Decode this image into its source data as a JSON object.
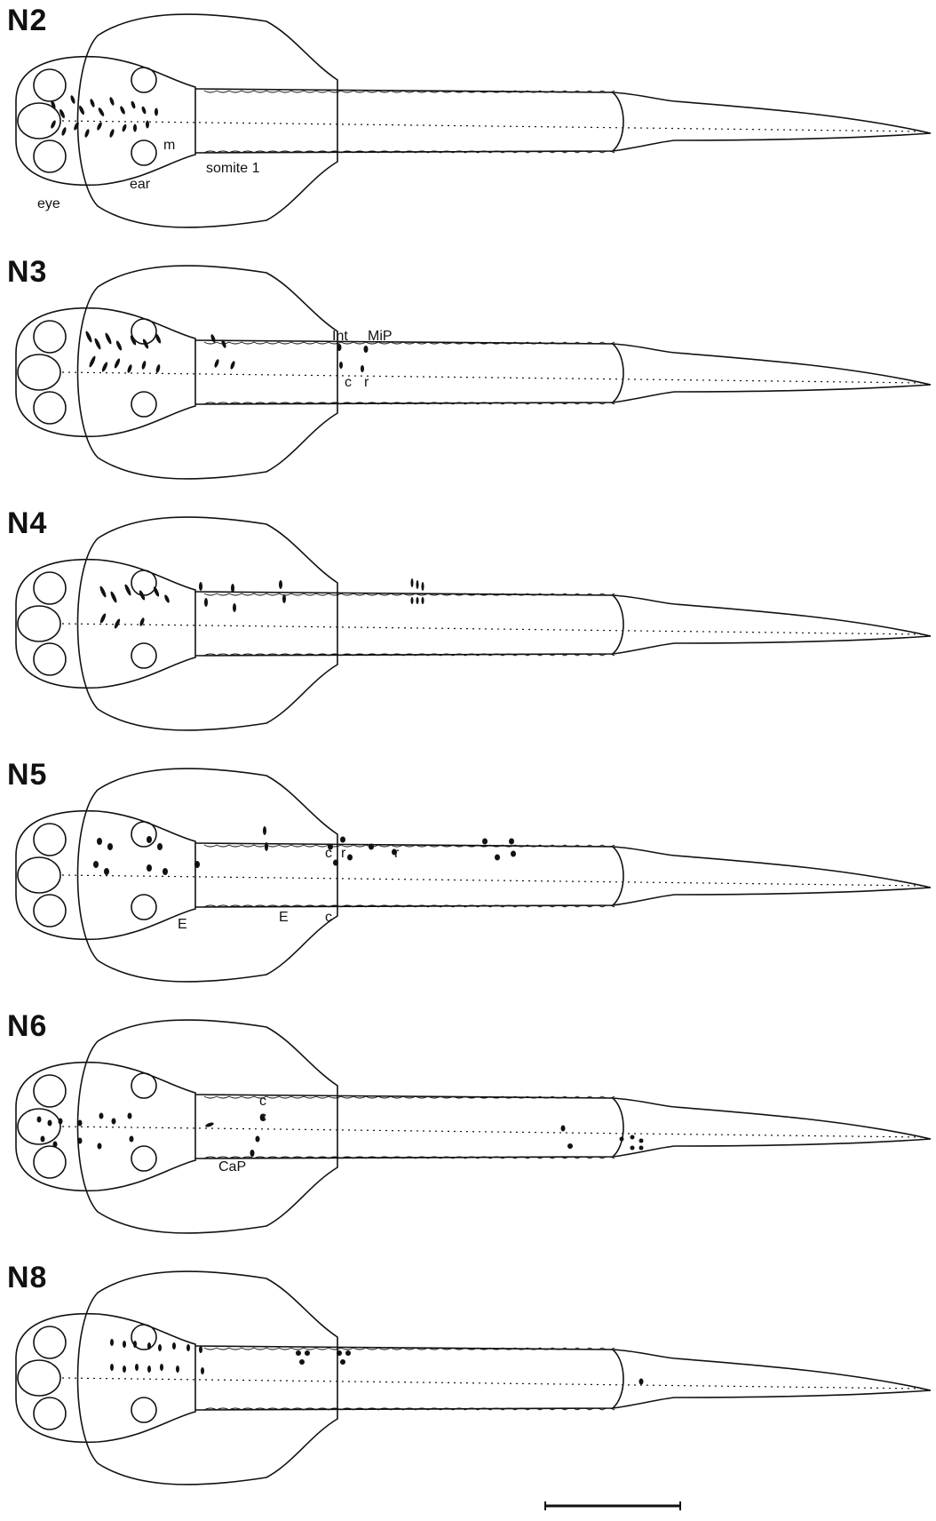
{
  "panels": [
    {
      "id": "N2",
      "labels": {
        "eye": "eye",
        "ear": "ear",
        "somite": "somite 1",
        "m": "m"
      }
    },
    {
      "id": "N3",
      "labels": {
        "int": "Int",
        "mip": "MiP",
        "c": "c",
        "r": "r"
      }
    },
    {
      "id": "N4",
      "labels": {}
    },
    {
      "id": "N5",
      "labels": {
        "c_top": "c",
        "r_top1": "r",
        "r_top2": "r",
        "c_bottom": "c",
        "e1": "E",
        "e2": "E"
      }
    },
    {
      "id": "N6",
      "labels": {
        "c1": "c",
        "c2": "c",
        "cap": "CaP"
      }
    },
    {
      "id": "N8",
      "labels": {}
    }
  ]
}
